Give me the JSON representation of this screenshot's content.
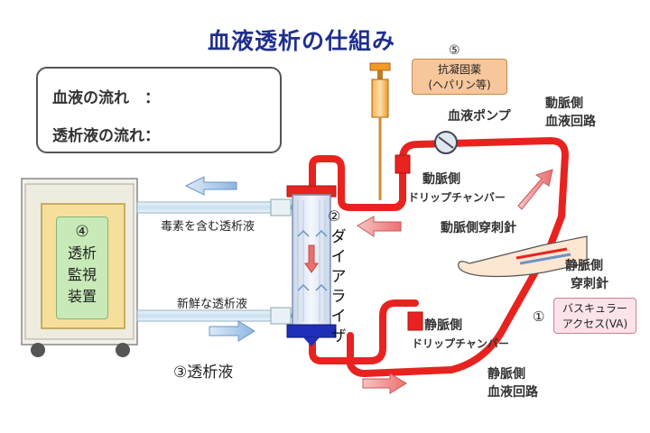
{
  "title": "血液透析の仕組み",
  "legend": {
    "blood_flow": "血液の流れ　：",
    "dialysate_flow": "透析液の流れ："
  },
  "labels": {
    "anticoagulant_num": "⑤",
    "anticoagulant_line1": "抗凝固薬",
    "anticoagulant_line2": "(ヘパリン等)",
    "blood_pump": "血液ポンプ",
    "arterial_circuit_line1": "動脈側",
    "arterial_circuit_line2": "血液回路",
    "arterial_drip_line1": "動脈側",
    "arterial_drip_line2": "ドリップチャンバー",
    "arterial_needle": "動脈側穿刺針",
    "venous_needle_line1": "静脈側",
    "venous_needle_line2": "穿刺針",
    "va_num": "①",
    "va_line1": "バスキュラー",
    "va_line2": "アクセス(VA)",
    "venous_drip_line1": "静脈側",
    "venous_drip_line2": "ドリップチャンバー",
    "venous_circuit_line1": "静脈側",
    "venous_circuit_line2": "血液回路",
    "dialyzer_num": "②",
    "dialyzer_name": "ダイアライザ",
    "toxin_dialysate": "毒素を含む透析液",
    "fresh_dialysate": "新鮮な透析液",
    "dialysate_num": "③透析液",
    "monitor_num": "④",
    "monitor_line1": "透析",
    "monitor_line2": "監視",
    "monitor_line3": "装置"
  },
  "colors": {
    "blood": "#e8231f",
    "blood_arrow": "#ef8c8c",
    "dialysate_arrow": "#9fc3e8",
    "title": "#1f2f8f"
  }
}
